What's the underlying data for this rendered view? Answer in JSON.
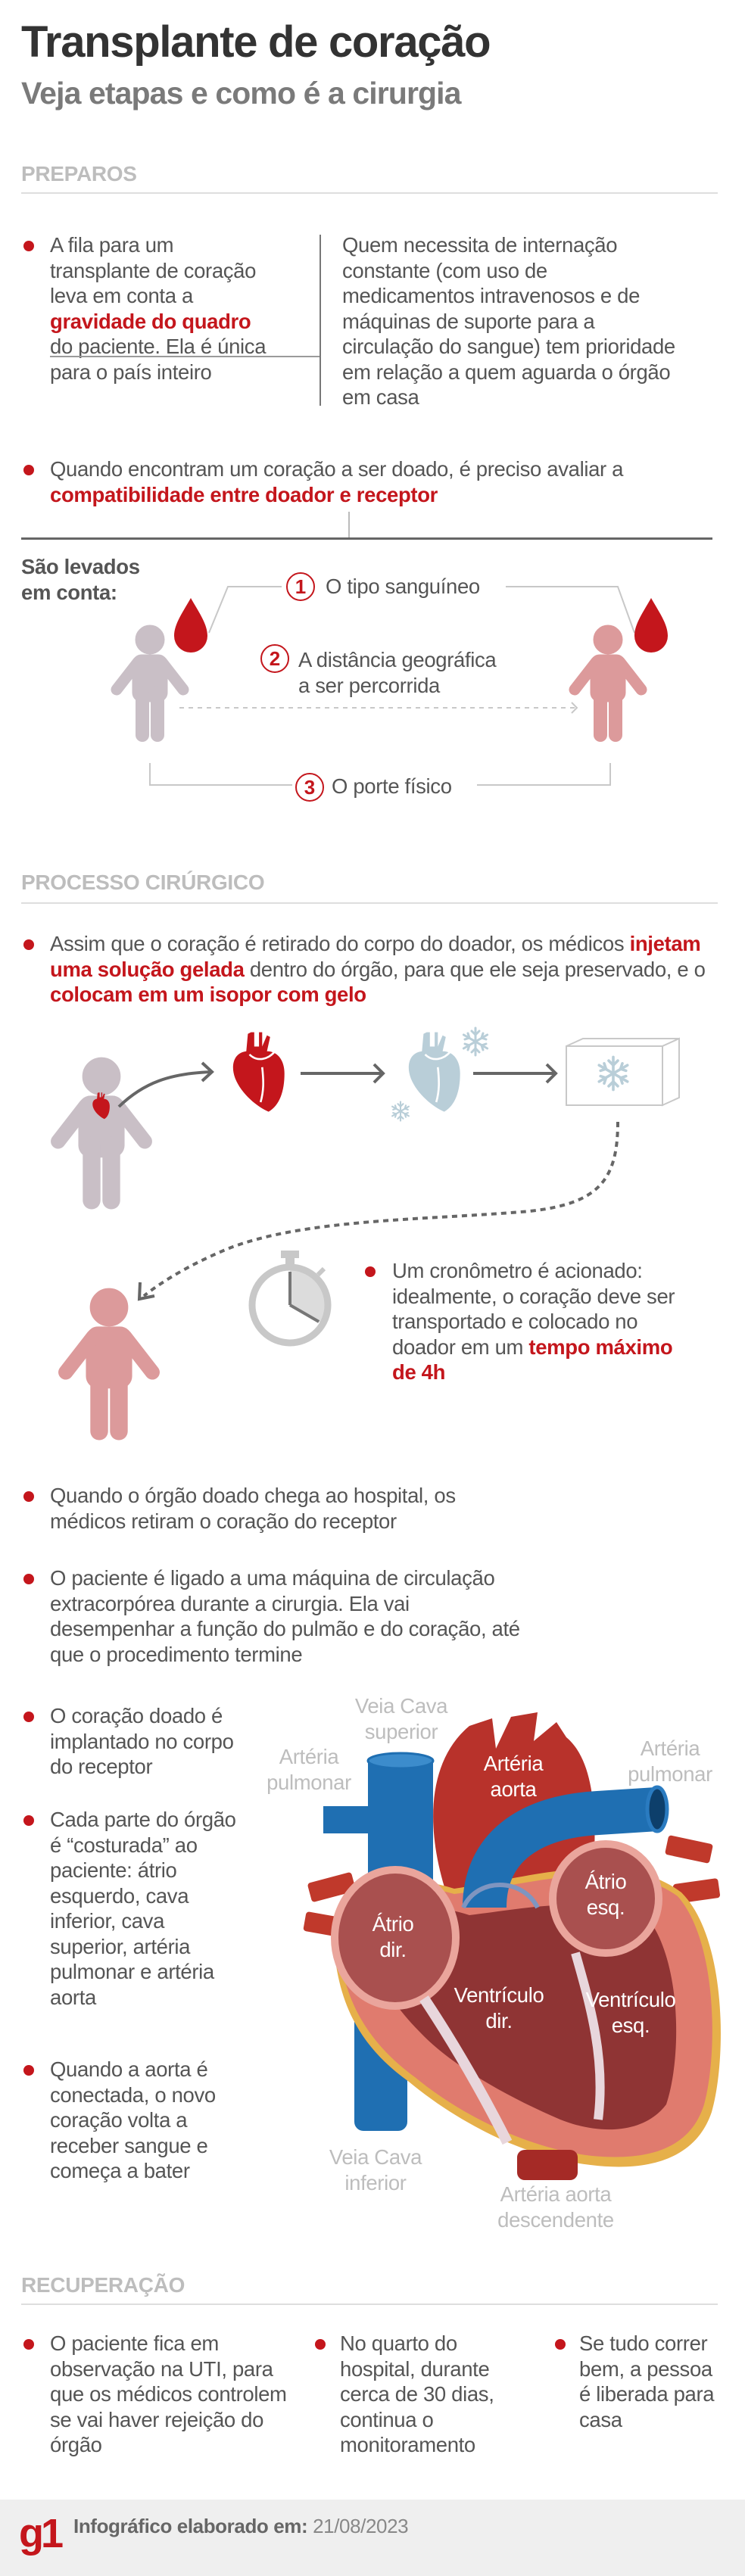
{
  "header": {
    "title": "Transplante de coração",
    "subtitle": "Veja etapas e como é a cirurgia"
  },
  "colors": {
    "accent_red": "#c4161c",
    "donor_gray": "#c9bfc6",
    "receiver_pink": "#dc9a9b",
    "ice_blue": "#b9ced8",
    "vein_blue": "#1f6fb2"
  },
  "preparos": {
    "heading": "PREPAROS",
    "fila": [
      "A fila para um transplante de coração leva em conta a ",
      "gravidade do quadro",
      " do paciente. Ela é única para o país inteiro"
    ],
    "prioridade": "Quem necessita de internação constante (com uso de medicamentos intravenosos e de máquinas de suporte para a circulação do sangue) tem prioridade em relação a quem aguarda o órgão em casa",
    "compat": [
      "Quando encontram um coração a ser doado, é preciso avaliar a ",
      "compatibilidade entre doador e receptor"
    ],
    "considerados": "São levados em conta:",
    "criterios": [
      {
        "num": "1",
        "text": "O tipo sanguíneo"
      },
      {
        "num": "2",
        "text": "A distância geográfica a ser percorrida"
      },
      {
        "num": "3",
        "text": "O porte físico"
      }
    ],
    "icons": [
      "donor-person-icon",
      "receiver-person-icon",
      "blood-drop-icon"
    ]
  },
  "processo": {
    "heading": "PROCESSO CIRÚRGICO",
    "retirada": [
      "Assim que o coração é retirado do corpo do doador, os médicos ",
      "injetam uma solução gelada",
      " dentro do órgão, para que ele seja preservado, e o ",
      "colocam em um isopor com gelo"
    ],
    "cronometro": [
      "Um cronômetro é acionado: idealmente, o coração deve ser transportado e colocado no doador em um ",
      "tempo máximo de 4h"
    ],
    "chegada": "Quando o órgão doado chega ao hospital, os médicos retiram o coração do receptor",
    "maquina": "O paciente é ligado a uma máquina de circulação extracorpórea durante a cirurgia. Ela vai desempenhar a função do pulmão e do coração, até que o procedimento termine",
    "implante": "O coração doado é implantado no corpo do receptor",
    "costura": "Cada parte do órgão é “costurada” ao paciente: átrio esquerdo, cava inferior, cava superior, artéria pulmonar e artéria aorta",
    "aorta": "Quando a aorta é conectada, o novo coração volta a receber sangue e começa a bater",
    "icons": [
      "heart-icon",
      "frozen-heart-icon",
      "snowflake-icon",
      "cooler-box-icon",
      "stopwatch-icon"
    ],
    "stopwatch_elapsed_hours": 4
  },
  "anatomia": {
    "veia_cava_superior": [
      "Veia Cava",
      "superior"
    ],
    "arteria_pulmonar_esq": [
      "Artéria",
      "pulmonar"
    ],
    "arteria_aorta": [
      "Artéria",
      "aorta"
    ],
    "arteria_pulmonar_dir": [
      "Artéria",
      "pulmonar"
    ],
    "atrio_dir": [
      "Átrio",
      "dir."
    ],
    "atrio_esq": [
      "Átrio",
      "esq."
    ],
    "ventriculo_dir": [
      "Ventrículo",
      "dir."
    ],
    "ventriculo_esq": [
      "Ventrículo",
      "esq."
    ],
    "veia_cava_inferior": [
      "Veia Cava",
      "inferior"
    ],
    "aorta_descendente": [
      "Artéria aorta",
      "descendente"
    ]
  },
  "recuperacao": {
    "heading": "RECUPERAÇÃO",
    "items": [
      "O paciente fica em observação na UTI, para que os médicos controlem se vai haver rejeição do órgão",
      "No quarto do hospital, durante cerca de 30 dias, continua o monitoramento",
      "Se tudo correr bem, a pessoa é liberada para casa"
    ]
  },
  "footer": {
    "logo": "g1",
    "label": "Infográfico elaborado em:",
    "date": "21/08/2023"
  }
}
